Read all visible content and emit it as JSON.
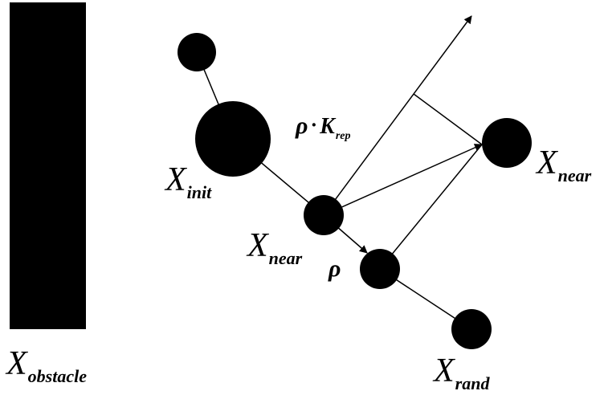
{
  "labels": {
    "x_obstacle": {
      "main": "X",
      "sub": "obstacle"
    },
    "x_init": {
      "main": "X",
      "sub": "init"
    },
    "x_near_left": {
      "main": "X",
      "sub": "near"
    },
    "x_near_right": {
      "main": "X",
      "sub": "near"
    },
    "x_rand": {
      "main": "X",
      "sub": "rand"
    },
    "rho": "ρ",
    "rho_k": {
      "rho": "ρ",
      "dot": "·",
      "k": "K",
      "sub": "rep"
    }
  },
  "colors": {
    "ink": "#000000",
    "background": "#ffffff"
  }
}
